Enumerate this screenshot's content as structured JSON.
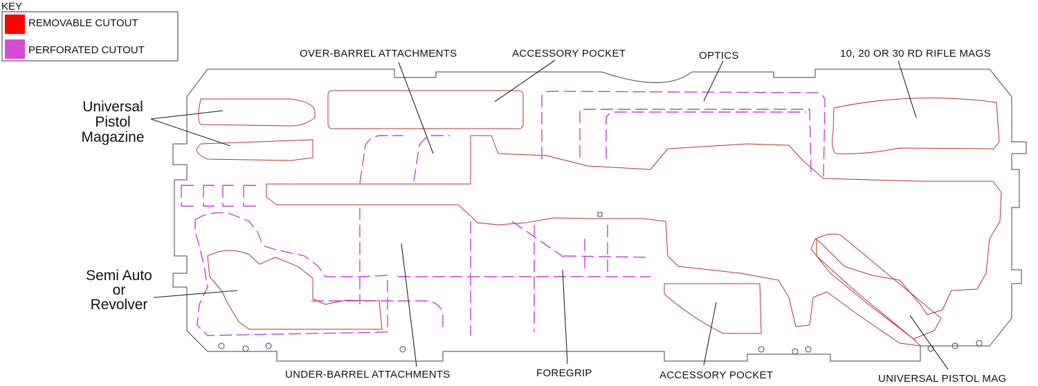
{
  "key": {
    "title": "KEY",
    "items": [
      {
        "label": "REMOVABLE CUTOUT",
        "color": "#ff0000"
      },
      {
        "label": "PERFORATED CUTOUT",
        "color": "#d84bd8"
      }
    ]
  },
  "colors": {
    "outline": "#3c3f57",
    "removable_line": "#b5312b",
    "perforated_line": "#c63fd6",
    "leader": "#222222"
  },
  "labels": {
    "over_barrel": "OVER-BARREL ATTACHMENTS",
    "accessory_top": "ACCESSORY POCKET",
    "optics": "OPTICS",
    "rifle_mags": "10, 20 OR 30 RD RIFLE MAGS",
    "pistol_mag_1": "Universal",
    "pistol_mag_2": "Pistol",
    "pistol_mag_3": "Magazine",
    "semi_1": "Semi Auto",
    "semi_2": "or",
    "semi_3": "Revolver",
    "under_barrel": "UNDER-BARREL ATTACHMENTS",
    "foregrip": "FOREGRIP",
    "accessory_bottom": "ACCESSORY POCKET",
    "universal_pistol_mag": "UNIVERSAL PISTOL MAG"
  }
}
